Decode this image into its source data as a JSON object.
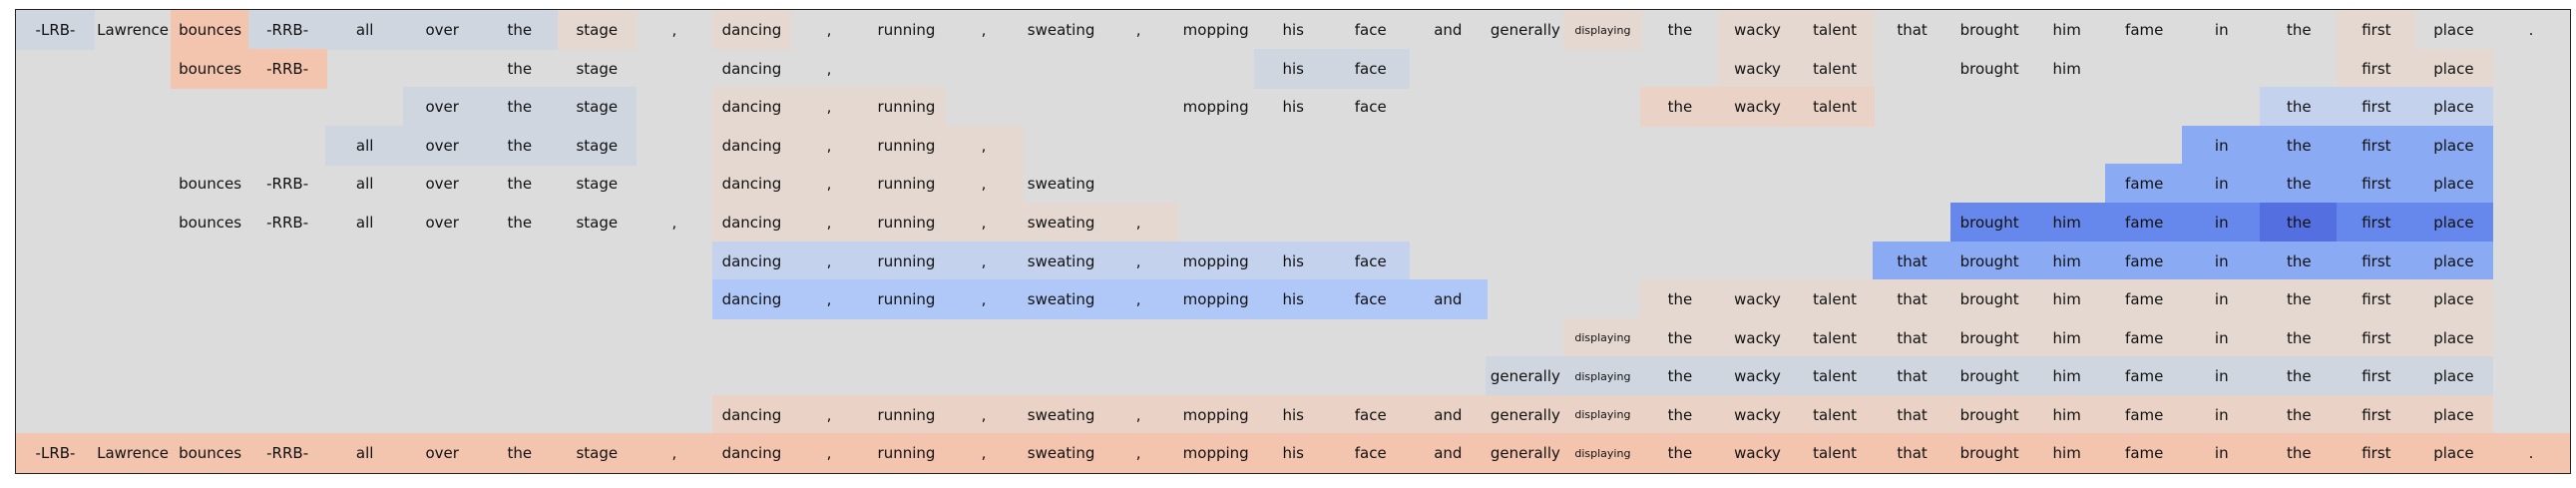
{
  "tokens": [
    "-LRB-",
    "Lawrence",
    "bounces",
    "-RRB-",
    "all",
    "over",
    "the",
    "stage",
    ",",
    "dancing",
    ",",
    "running",
    ",",
    "sweating",
    ",",
    "mopping",
    "his",
    "face",
    "and",
    "generally",
    "displaying",
    "the",
    "wacky",
    "talent",
    "that",
    "brought",
    "him",
    "fame",
    "in",
    "the",
    "first",
    "place",
    "."
  ],
  "small_tokens": [
    "displaying"
  ],
  "colors": {
    "background": "#dcdcdc",
    "peach": "#f3c4ae",
    "lightpeach": "#ead2c6",
    "tan": "#e4d8d0",
    "grayblue": "#d0d6e0",
    "paleblue": "#c4d2ee",
    "lightblue": "#b0c8f8",
    "midblue": "#8aaaf4",
    "blue": "#6688ec",
    "deepblue": "#5470e0"
  },
  "rows": [
    [
      [
        "-LRB-",
        "grayblue"
      ],
      [
        "Lawrence",
        null
      ],
      [
        "bounces",
        "peach"
      ],
      [
        "-RRB-",
        "grayblue"
      ],
      [
        "all",
        "grayblue"
      ],
      [
        "over",
        "grayblue"
      ],
      [
        "the",
        "grayblue"
      ],
      [
        "stage",
        "tan"
      ],
      [
        ",",
        null
      ],
      [
        "dancing",
        "tan"
      ],
      [
        ",",
        null
      ],
      [
        "running",
        null
      ],
      [
        ",",
        null
      ],
      [
        "sweating",
        null
      ],
      [
        ",",
        null
      ],
      [
        "mopping",
        null
      ],
      [
        "his",
        null
      ],
      [
        "face",
        null
      ],
      [
        "and",
        null
      ],
      [
        "generally",
        null
      ],
      [
        "displaying",
        "tan"
      ],
      [
        "the",
        null
      ],
      [
        "wacky",
        "tan"
      ],
      [
        "talent",
        "tan"
      ],
      [
        "that",
        null
      ],
      [
        "brought",
        null
      ],
      [
        "him",
        null
      ],
      [
        "fame",
        null
      ],
      [
        "in",
        null
      ],
      [
        "the",
        null
      ],
      [
        "first",
        "tan"
      ],
      [
        "place",
        null
      ],
      [
        ".",
        null
      ]
    ],
    [
      null,
      null,
      [
        "bounces",
        "peach"
      ],
      [
        "-RRB-",
        "peach"
      ],
      null,
      null,
      [
        "the",
        null
      ],
      [
        "stage",
        null
      ],
      null,
      [
        "dancing",
        null
      ],
      [
        ",",
        null
      ],
      null,
      null,
      null,
      null,
      null,
      [
        "his",
        "grayblue"
      ],
      [
        "face",
        "grayblue"
      ],
      null,
      null,
      null,
      null,
      [
        "wacky",
        "tan"
      ],
      [
        "talent",
        "tan"
      ],
      null,
      [
        "brought",
        null
      ],
      [
        "him",
        null
      ],
      null,
      null,
      null,
      [
        "first",
        "tan"
      ],
      [
        "place",
        "tan"
      ],
      null
    ],
    [
      null,
      null,
      null,
      null,
      null,
      [
        "over",
        "grayblue"
      ],
      [
        "the",
        "grayblue"
      ],
      [
        "stage",
        "grayblue"
      ],
      null,
      [
        "dancing",
        "tan"
      ],
      [
        ",",
        "tan"
      ],
      [
        "running",
        "tan"
      ],
      null,
      null,
      null,
      [
        "mopping",
        null
      ],
      [
        "his",
        null
      ],
      [
        "face",
        null
      ],
      null,
      null,
      null,
      [
        "the",
        "lightpeach"
      ],
      [
        "wacky",
        "lightpeach"
      ],
      [
        "talent",
        "lightpeach"
      ],
      null,
      null,
      null,
      null,
      null,
      [
        "the",
        "paleblue"
      ],
      [
        "first",
        "paleblue"
      ],
      [
        "place",
        "paleblue"
      ],
      null
    ],
    [
      null,
      null,
      null,
      null,
      [
        "all",
        "grayblue"
      ],
      [
        "over",
        "grayblue"
      ],
      [
        "the",
        "grayblue"
      ],
      [
        "stage",
        "grayblue"
      ],
      null,
      [
        "dancing",
        "tan"
      ],
      [
        ",",
        "tan"
      ],
      [
        "running",
        "tan"
      ],
      [
        ",",
        "tan"
      ],
      null,
      null,
      null,
      null,
      null,
      null,
      null,
      null,
      null,
      null,
      null,
      null,
      null,
      null,
      null,
      [
        "in",
        "midblue"
      ],
      [
        "the",
        "midblue"
      ],
      [
        "first",
        "midblue"
      ],
      [
        "place",
        "midblue"
      ],
      null
    ],
    [
      null,
      null,
      [
        "bounces",
        null
      ],
      [
        "-RRB-",
        null
      ],
      [
        "all",
        null
      ],
      [
        "over",
        null
      ],
      [
        "the",
        null
      ],
      [
        "stage",
        null
      ],
      null,
      [
        "dancing",
        "tan"
      ],
      [
        ",",
        "tan"
      ],
      [
        "running",
        "tan"
      ],
      [
        ",",
        "tan"
      ],
      [
        "sweating",
        null
      ],
      null,
      null,
      null,
      null,
      null,
      null,
      null,
      null,
      null,
      null,
      null,
      null,
      null,
      [
        "fame",
        "midblue"
      ],
      [
        "in",
        "midblue"
      ],
      [
        "the",
        "midblue"
      ],
      [
        "first",
        "midblue"
      ],
      [
        "place",
        "midblue"
      ],
      null
    ],
    [
      null,
      null,
      [
        "bounces",
        null
      ],
      [
        "-RRB-",
        null
      ],
      [
        "all",
        null
      ],
      [
        "over",
        null
      ],
      [
        "the",
        null
      ],
      [
        "stage",
        null
      ],
      [
        ",",
        null
      ],
      [
        "dancing",
        "tan"
      ],
      [
        ",",
        "tan"
      ],
      [
        "running",
        "tan"
      ],
      [
        ",",
        "tan"
      ],
      [
        "sweating",
        "tan"
      ],
      [
        ",",
        "tan"
      ],
      null,
      null,
      null,
      null,
      null,
      null,
      null,
      null,
      null,
      null,
      [
        "brought",
        "blue"
      ],
      [
        "him",
        "blue"
      ],
      [
        "fame",
        "blue"
      ],
      [
        "in",
        "blue"
      ],
      [
        "the",
        "deepblue"
      ],
      [
        "first",
        "blue"
      ],
      [
        "place",
        "blue"
      ],
      null
    ],
    [
      null,
      null,
      null,
      null,
      null,
      null,
      null,
      null,
      null,
      [
        "dancing",
        "paleblue"
      ],
      [
        ",",
        "paleblue"
      ],
      [
        "running",
        "paleblue"
      ],
      [
        ",",
        "paleblue"
      ],
      [
        "sweating",
        "paleblue"
      ],
      [
        ",",
        "paleblue"
      ],
      [
        "mopping",
        "paleblue"
      ],
      [
        "his",
        "paleblue"
      ],
      [
        "face",
        "paleblue"
      ],
      null,
      null,
      null,
      null,
      null,
      null,
      [
        "that",
        "midblue"
      ],
      [
        "brought",
        "midblue"
      ],
      [
        "him",
        "midblue"
      ],
      [
        "fame",
        "midblue"
      ],
      [
        "in",
        "midblue"
      ],
      [
        "the",
        "midblue"
      ],
      [
        "first",
        "midblue"
      ],
      [
        "place",
        "midblue"
      ],
      null
    ],
    [
      null,
      null,
      null,
      null,
      null,
      null,
      null,
      null,
      null,
      [
        "dancing",
        "lightblue"
      ],
      [
        ",",
        "lightblue"
      ],
      [
        "running",
        "lightblue"
      ],
      [
        ",",
        "lightblue"
      ],
      [
        "sweating",
        "lightblue"
      ],
      [
        ",",
        "lightblue"
      ],
      [
        "mopping",
        "lightblue"
      ],
      [
        "his",
        "lightblue"
      ],
      [
        "face",
        "lightblue"
      ],
      [
        "and",
        "lightblue"
      ],
      null,
      null,
      [
        "the",
        "tan"
      ],
      [
        "wacky",
        "tan"
      ],
      [
        "talent",
        "tan"
      ],
      [
        "that",
        "tan"
      ],
      [
        "brought",
        "tan"
      ],
      [
        "him",
        "tan"
      ],
      [
        "fame",
        "tan"
      ],
      [
        "in",
        "tan"
      ],
      [
        "the",
        "tan"
      ],
      [
        "first",
        "tan"
      ],
      [
        "place",
        "tan"
      ],
      null
    ],
    [
      null,
      null,
      null,
      null,
      null,
      null,
      null,
      null,
      null,
      null,
      null,
      null,
      null,
      null,
      null,
      null,
      null,
      null,
      null,
      null,
      [
        "displaying",
        "tan"
      ],
      [
        "the",
        "tan"
      ],
      [
        "wacky",
        "tan"
      ],
      [
        "talent",
        "tan"
      ],
      [
        "that",
        "tan"
      ],
      [
        "brought",
        "tan"
      ],
      [
        "him",
        "tan"
      ],
      [
        "fame",
        "tan"
      ],
      [
        "in",
        "tan"
      ],
      [
        "the",
        "tan"
      ],
      [
        "first",
        "tan"
      ],
      [
        "place",
        "tan"
      ],
      null
    ],
    [
      null,
      null,
      null,
      null,
      null,
      null,
      null,
      null,
      null,
      null,
      null,
      null,
      null,
      null,
      null,
      null,
      null,
      null,
      null,
      [
        "generally",
        "grayblue"
      ],
      [
        "displaying",
        "grayblue"
      ],
      [
        "the",
        "grayblue"
      ],
      [
        "wacky",
        "grayblue"
      ],
      [
        "talent",
        "grayblue"
      ],
      [
        "that",
        "grayblue"
      ],
      [
        "brought",
        "grayblue"
      ],
      [
        "him",
        "grayblue"
      ],
      [
        "fame",
        "grayblue"
      ],
      [
        "in",
        "grayblue"
      ],
      [
        "the",
        "grayblue"
      ],
      [
        "first",
        "grayblue"
      ],
      [
        "place",
        "grayblue"
      ],
      null
    ],
    [
      null,
      null,
      null,
      null,
      null,
      null,
      null,
      null,
      null,
      [
        "dancing",
        "lightpeach"
      ],
      [
        ",",
        "lightpeach"
      ],
      [
        "running",
        "lightpeach"
      ],
      [
        ",",
        "lightpeach"
      ],
      [
        "sweating",
        "lightpeach"
      ],
      [
        ",",
        "lightpeach"
      ],
      [
        "mopping",
        "lightpeach"
      ],
      [
        "his",
        "lightpeach"
      ],
      [
        "face",
        "lightpeach"
      ],
      [
        "and",
        "lightpeach"
      ],
      [
        "generally",
        "lightpeach"
      ],
      [
        "displaying",
        "lightpeach"
      ],
      [
        "the",
        "lightpeach"
      ],
      [
        "wacky",
        "lightpeach"
      ],
      [
        "talent",
        "lightpeach"
      ],
      [
        "that",
        "lightpeach"
      ],
      [
        "brought",
        "lightpeach"
      ],
      [
        "him",
        "lightpeach"
      ],
      [
        "fame",
        "lightpeach"
      ],
      [
        "in",
        "lightpeach"
      ],
      [
        "the",
        "lightpeach"
      ],
      [
        "first",
        "lightpeach"
      ],
      [
        "place",
        "lightpeach"
      ],
      null
    ],
    [
      [
        "-LRB-",
        "peach"
      ],
      [
        "Lawrence",
        "peach"
      ],
      [
        "bounces",
        "peach"
      ],
      [
        "-RRB-",
        "peach"
      ],
      [
        "all",
        "peach"
      ],
      [
        "over",
        "peach"
      ],
      [
        "the",
        "peach"
      ],
      [
        "stage",
        "peach"
      ],
      [
        ",",
        "peach"
      ],
      [
        "dancing",
        "peach"
      ],
      [
        ",",
        "peach"
      ],
      [
        "running",
        "peach"
      ],
      [
        ",",
        "peach"
      ],
      [
        "sweating",
        "peach"
      ],
      [
        ",",
        "peach"
      ],
      [
        "mopping",
        "peach"
      ],
      [
        "his",
        "peach"
      ],
      [
        "face",
        "peach"
      ],
      [
        "and",
        "peach"
      ],
      [
        "generally",
        "peach"
      ],
      [
        "displaying",
        "peach"
      ],
      [
        "the",
        "peach"
      ],
      [
        "wacky",
        "peach"
      ],
      [
        "talent",
        "peach"
      ],
      [
        "that",
        "peach"
      ],
      [
        "brought",
        "peach"
      ],
      [
        "him",
        "peach"
      ],
      [
        "fame",
        "peach"
      ],
      [
        "in",
        "peach"
      ],
      [
        "the",
        "peach"
      ],
      [
        "first",
        "peach"
      ],
      [
        "place",
        "peach"
      ],
      [
        ".",
        "peach"
      ]
    ]
  ]
}
